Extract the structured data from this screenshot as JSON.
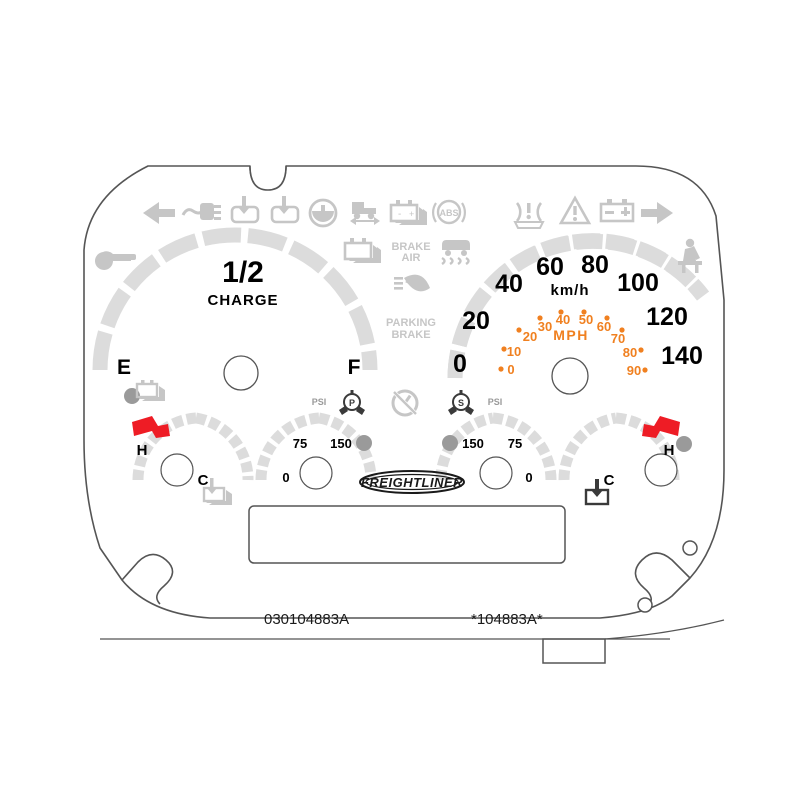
{
  "document": {
    "kind": "instrument-cluster-faceplate",
    "brand": "FREIGHTLINER",
    "part_number": "030104883A",
    "barcode_text": "*104883A*"
  },
  "fuel_gauge": {
    "name": "fuel-gauge",
    "center_label": "1/2",
    "sub_label": "CHARGE",
    "low_label": "E",
    "high_label": "F",
    "arc_color": "#dcdcdc",
    "tick_count": 9
  },
  "speedometer": {
    "name": "speedometer",
    "primary_unit": "km/h",
    "secondary_unit": "MPH",
    "primary_color": "#000000",
    "secondary_color": "#f08020",
    "kmh_values": [
      "0",
      "20",
      "40",
      "60",
      "80",
      "100",
      "120",
      "140"
    ],
    "mph_values": [
      "0",
      "10",
      "20",
      "30",
      "40",
      "50",
      "60",
      "70",
      "80",
      "90"
    ],
    "arc_color": "#dcdcdc"
  },
  "gauges": [
    {
      "name": "coolant-temperature-left",
      "low_label": "C",
      "high_label": "H",
      "marker_color": "#ee1c25",
      "has_red_marker": true,
      "side": "left",
      "indicator_dot": "#9a9a9a"
    },
    {
      "name": "primary-air-pressure",
      "unit": "PSI",
      "ticks": [
        "0",
        "75",
        "150"
      ],
      "side": "left-inner",
      "indicator_dot": "#9a9a9a"
    },
    {
      "name": "secondary-air-pressure",
      "unit": "PSI",
      "ticks": [
        "0",
        "75",
        "150"
      ],
      "side": "right-inner",
      "indicator_dot": "#9a9a9a"
    },
    {
      "name": "oil-temperature-right",
      "low_label": "C",
      "high_label": "H",
      "marker_color": "#ee1c25",
      "has_red_marker": true,
      "side": "right",
      "indicator_dot": "#9a9a9a"
    }
  ],
  "telltales": {
    "color": "#c6c6c6",
    "top_left_row": [
      {
        "name": "turn-signal-left-icon",
        "label": "Left turn signal"
      },
      {
        "name": "trailer-plug-icon",
        "label": "Trailer electrical connection"
      },
      {
        "name": "trailer-axle-1-icon",
        "label": "Trailer axle 1"
      },
      {
        "name": "trailer-axle-2-icon",
        "label": "Trailer axle 2"
      },
      {
        "name": "steering-wheel-icon",
        "label": "Steering / power steering"
      },
      {
        "name": "truck-axle-shift-icon",
        "label": "Axle shift"
      },
      {
        "name": "battery-stack-icon",
        "label": "Battery"
      },
      {
        "name": "abs-icon",
        "label": "ABS"
      }
    ],
    "top_right_row": [
      {
        "name": "tire-pressure-icon",
        "label": "Tire pressure"
      },
      {
        "name": "warning-triangle-icon",
        "label": "General warning"
      },
      {
        "name": "battery-charge-icon",
        "label": "Battery charge"
      },
      {
        "name": "turn-signal-right-icon",
        "label": "Right turn signal"
      }
    ],
    "center_column": [
      {
        "name": "battery-stack-2-icon",
        "label": "Battery stack"
      },
      {
        "name": "brake-air-label",
        "label": "BRAKE AIR",
        "is_text": true
      },
      {
        "name": "traction-control-icon",
        "label": "Traction control"
      },
      {
        "name": "headlight-high-beam-icon",
        "label": "High beam headlight"
      },
      {
        "name": "parking-brake-label",
        "label": "PARKING BRAKE",
        "is_text": true
      }
    ],
    "left_edge": [
      {
        "name": "wrench-service-icon",
        "label": "Service wrench"
      }
    ],
    "right_edge": [
      {
        "name": "seatbelt-icon",
        "label": "Seat belt"
      }
    ],
    "lower_row": [
      {
        "name": "battery-low-left-icon",
        "label": "Battery low left"
      },
      {
        "name": "trailer-low-left-icon",
        "label": "Trailer left"
      },
      {
        "name": "psi-primary-label",
        "label": "PSI",
        "is_text": true
      },
      {
        "name": "primary-air-circle-icon",
        "label": "Primary air (P)"
      },
      {
        "name": "speedo-warning-icon",
        "label": "Speedometer fault"
      },
      {
        "name": "secondary-air-circle-icon",
        "label": "Secondary air (S)"
      },
      {
        "name": "psi-secondary-label",
        "label": "PSI",
        "is_text": true
      },
      {
        "name": "trailer-low-right-icon",
        "label": "Trailer right"
      }
    ]
  },
  "display_window": {
    "name": "lcd-display-window",
    "content": ""
  },
  "bezel": {
    "outline_color": "#555555",
    "fill": "#ffffff",
    "mounting_holes": 3,
    "bottom_tab": true,
    "top_notch": true
  }
}
